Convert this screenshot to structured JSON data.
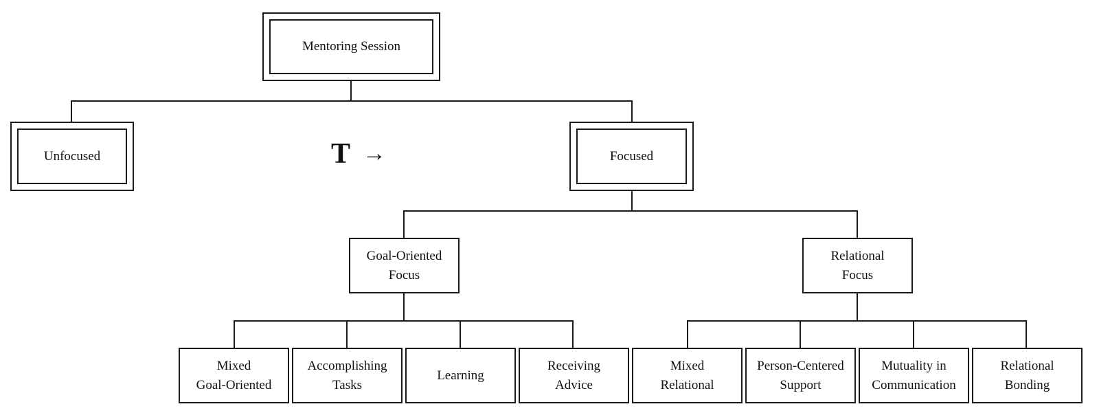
{
  "root": {
    "label": "Mentoring Session"
  },
  "level1": [
    {
      "id": "unfocused",
      "label": "Unfocused"
    },
    {
      "id": "focused",
      "label": "Focused"
    }
  ],
  "marker": {
    "letter": "T",
    "arrow": "→"
  },
  "level2": [
    {
      "id": "goal",
      "label": "Goal-Oriented\nFocus"
    },
    {
      "id": "relational",
      "label": "Relational\nFocus"
    }
  ],
  "leaves": [
    {
      "label": "Mixed\nGoal-Oriented"
    },
    {
      "label": "Accomplishing\nTasks"
    },
    {
      "label": "Learning"
    },
    {
      "label": "Receiving\nAdvice"
    },
    {
      "label": "Mixed\nRelational"
    },
    {
      "label": "Person-Centered\nSupport"
    },
    {
      "label": "Mutuality in\nCommunication"
    },
    {
      "label": "Relational\nBonding"
    }
  ]
}
